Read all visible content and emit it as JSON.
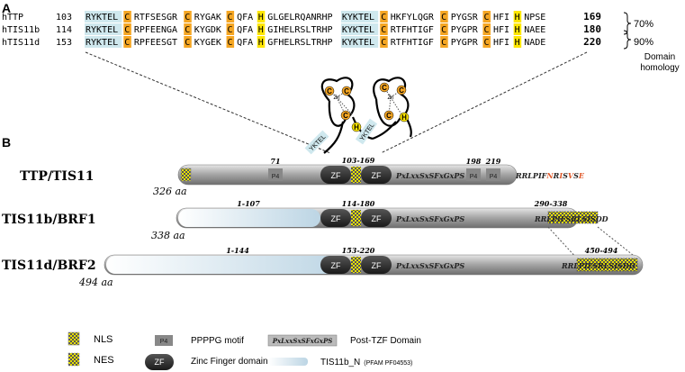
{
  "panel_a": {
    "label": "A",
    "rows": [
      {
        "name": "hTTP",
        "start": "103",
        "seg": [
          "RYKTEL",
          "C",
          "RTFSESGR",
          "C",
          "RYGAK",
          "C",
          "QFA",
          "H",
          "GLGELRQANRHP",
          "KYKTEL",
          "C",
          "HKFYLQGR",
          "C",
          "PYGSR",
          "C",
          "HFI",
          "H",
          "NPSE"
        ],
        "end": "169"
      },
      {
        "name": "hTIS11b",
        "start": "114",
        "seg": [
          "RYKTEL",
          "C",
          "RPFEENGA",
          "C",
          "KYGDK",
          "C",
          "QFA",
          "H",
          "GIHELRSLTRHP",
          "KYKTEL",
          "C",
          "RTFHTIGF",
          "C",
          "PYGPR",
          "C",
          "HFI",
          "H",
          "NAEE"
        ],
        "end": "180"
      },
      {
        "name": "hTIS11d",
        "start": "153",
        "seg": [
          "RYKTEL",
          "C",
          "RPFEESGT",
          "C",
          "KYGEK",
          "C",
          "QFA",
          "H",
          "GFHELRSLTRHP",
          "KYKTEL",
          "C",
          "RTFHTIGF",
          "C",
          "PYGPR",
          "C",
          "HFI",
          "H",
          "NADE"
        ],
        "end": "220"
      }
    ],
    "homology_pct_1": "70%",
    "homology_pct_2": "90%",
    "homology_label_1": "Domain",
    "homology_label_2": "homology",
    "zf_labels": {
      "c": "C",
      "h": "H",
      "zn": "Zn",
      "motif": "YKTEL"
    }
  },
  "panel_b": {
    "label": "B",
    "proteins": [
      {
        "name": "TTP/TIS11",
        "length": "326 aa",
        "nums": {
          "p1": "71",
          "zf": "103-169",
          "p2": "198",
          "p3": "219"
        },
        "p4_labels": [
          "P4",
          "P4",
          "P4"
        ],
        "post_tzf": "PxLxxSxSFxGxPS",
        "nes_prefix": "RRLPIF",
        "nes_highlight": [
          "N",
          "R",
          "I",
          "S",
          "V",
          "S",
          "E"
        ]
      },
      {
        "name": "TIS11b/BRF1",
        "length": "338 aa",
        "nums": {
          "tis_n": "1-107",
          "zf": "114-180",
          "nes": "290-338"
        },
        "post_tzf": "PxLxxSxSFxGxPS",
        "nes_prefix": "RRL",
        "nes_box": "PIFSRLSISDD"
      },
      {
        "name": "TIS11d/BRF2",
        "length": "494 aa",
        "nums": {
          "tis_n": "1-144",
          "zf": "153-220",
          "nes": "450-494"
        },
        "post_tzf": "PxLxxSxSFxGxPS",
        "nes_prefix": "RRL",
        "nes_box": "PIFSRLSISDD"
      }
    ],
    "zf_label": "ZF"
  },
  "legend": {
    "nls": "NLS",
    "nes": "NES",
    "pppg": "PPPPG motif",
    "pppg_icon": "P4",
    "zf": "Zinc Finger domain",
    "zf_icon": "ZF",
    "post_tzf": "Post-TZF Domain",
    "post_tzf_icon": "PxLxxSxSFxGxPS",
    "tis": "TIS11b_N",
    "tis_pfam": "(PFAM PF04553)"
  },
  "colors": {
    "cys": "#f5a623",
    "his": "#ffe600",
    "ykt": "#cfe8ee",
    "bar": "#9a9a9a",
    "tis_n": "#cfe3ee",
    "nes_red": "#e05a2b",
    "nls_yellow": "#e8e000"
  }
}
